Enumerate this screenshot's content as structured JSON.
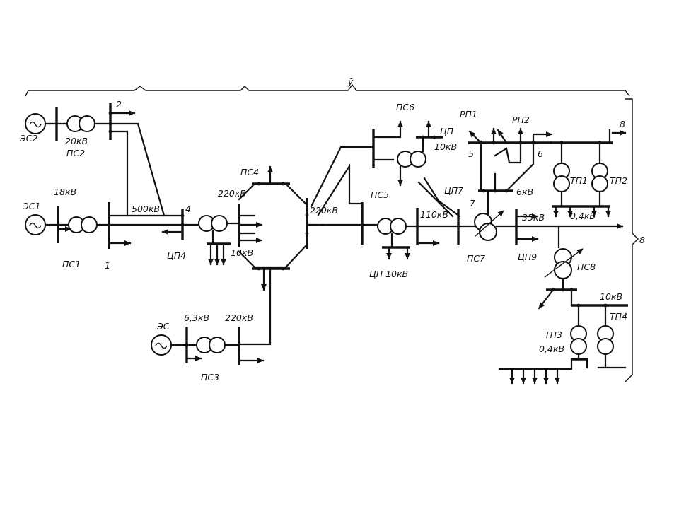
{
  "labels": {
    "es2": "ЭС2",
    "ps2_kv": "20кВ",
    "ps2": "ПС2",
    "node2": "2",
    "es1": "ЭС1",
    "ps1_kv": "18кВ",
    "ps1": "ПС1",
    "node1": "1",
    "kv500": "500кВ",
    "node4": "4",
    "tsp4": "ЦП4",
    "ps4": "ПС4",
    "kv220_a": "220кВ",
    "kv10_a": "10кВ",
    "kv220_b": "220кВ",
    "es": "ЭС",
    "kv6_3": "6,3кВ",
    "kv220_c": "220кВ",
    "ps3": "ПС3",
    "ps6": "ПС6",
    "tsp_top": "ЦП",
    "kv10_b": "10кВ",
    "ps5": "ПС5",
    "tsp10": "ЦП 10кВ",
    "kv110": "110кВ",
    "rp1": "РП1",
    "rp2": "РП2",
    "node5": "5",
    "node6": "6",
    "tsp7": "ЦП7",
    "node7": "7",
    "kv6": "6кВ",
    "ps7": "ПС7",
    "kv35": "35кВ",
    "kv0_4_a": "0,4кВ",
    "tsp9": "ЦП9",
    "ps8": "ПС8",
    "tp1": "ТП1",
    "tp2": "ТП2",
    "node8_top": "8",
    "node8_side": "8",
    "kv10_c": "10кВ",
    "tp4": "ТП4",
    "tp3": "ТП3",
    "kv0_4_b": "0,4кВ",
    "brace_mark": "ў"
  }
}
